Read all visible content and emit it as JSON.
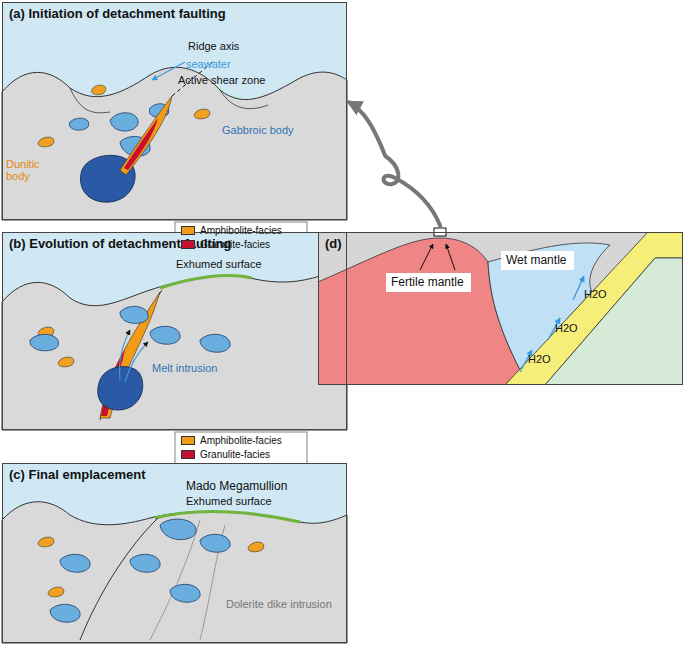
{
  "diagram": {
    "nodes": [
      {
        "text": [
          "(a) Initiation of detachment faulting"
        ]
      },
      {
        "text": [
          "(b) Evolution of detachment faulting"
        ]
      },
      {
        "text": [
          "(c) Final emplacement"
        ]
      },
      {
        "text": [
          "(d)"
        ]
      },
      {
        "text": [
          "Fertile mantle"
        ],
        "in": 3
      },
      {
        "text": [
          "Wet mantle"
        ],
        "in": 3
      }
    ],
    "edges": [
      {
        "from": 3,
        "to": 0,
        "arrow": "to"
      }
    ],
    "labels": [
      "Ridge axis",
      "seawater",
      "Active shear zone",
      "Gabbroic body",
      "Dunitic body",
      "Exhumed surface",
      "Melt intrusion",
      "Mado Megamullion",
      "Exhumed surface",
      "Dolerite dike intrusion",
      "H2O",
      "H2O",
      "H2O"
    ],
    "legend": [
      {
        "text": "Amphibolite-facies",
        "color": "#f29b14"
      },
      {
        "text": "Granulite-facies",
        "color": "#c8102e"
      },
      {
        "text": "Amphibolite-facies",
        "color": "#f29b14"
      },
      {
        "text": "Granulite-facies",
        "color": "#c8102e"
      }
    ]
  }
}
